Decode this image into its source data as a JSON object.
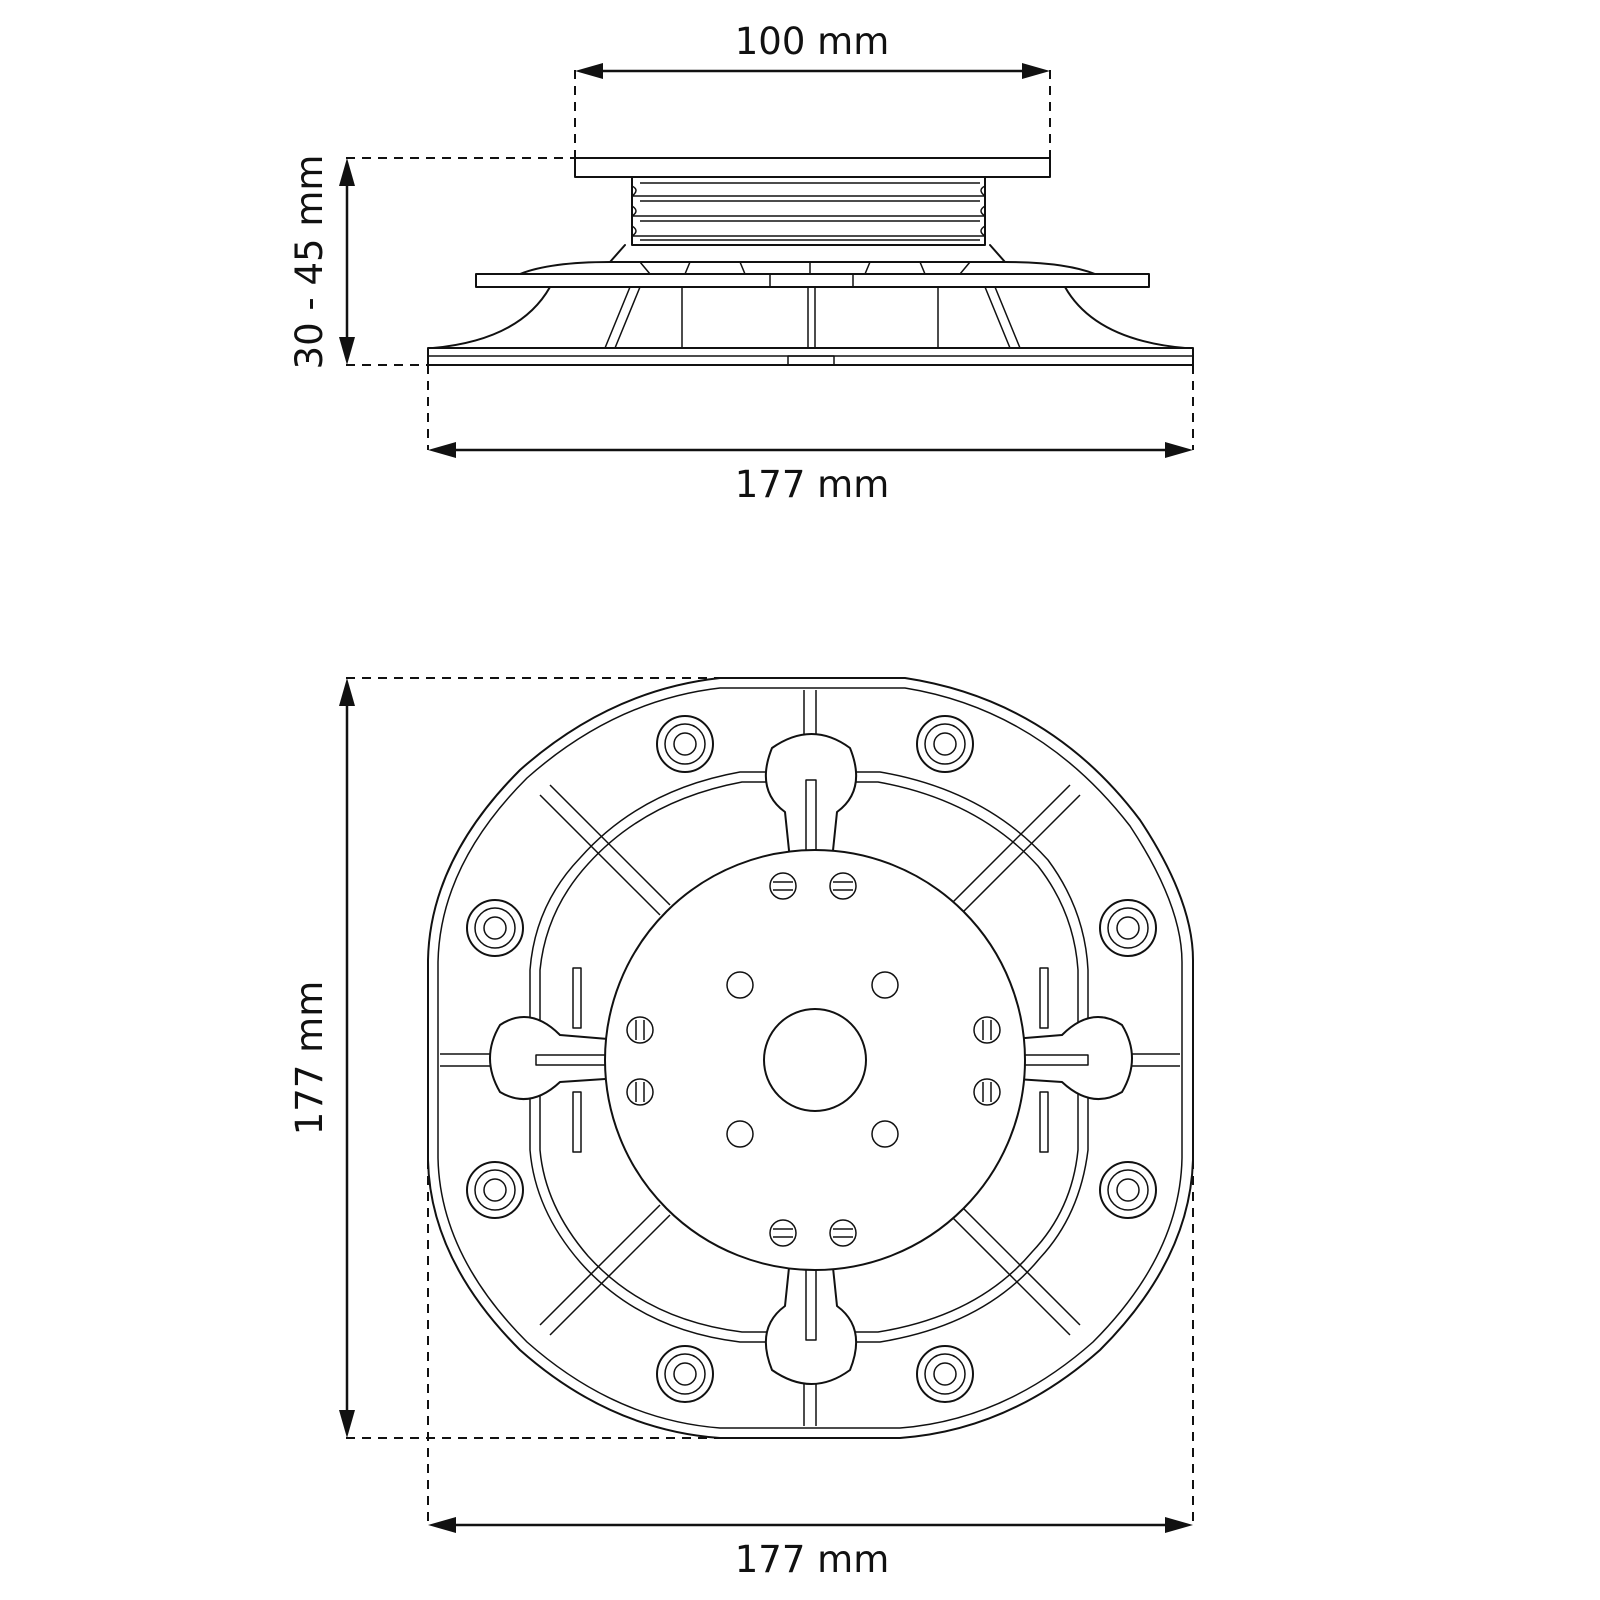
{
  "side_view": {
    "top_width_label": "100 mm",
    "height_label": "30 - 45 mm",
    "base_width_label": "177 mm"
  },
  "top_view": {
    "height_label": "177 mm",
    "width_label": "177 mm"
  }
}
